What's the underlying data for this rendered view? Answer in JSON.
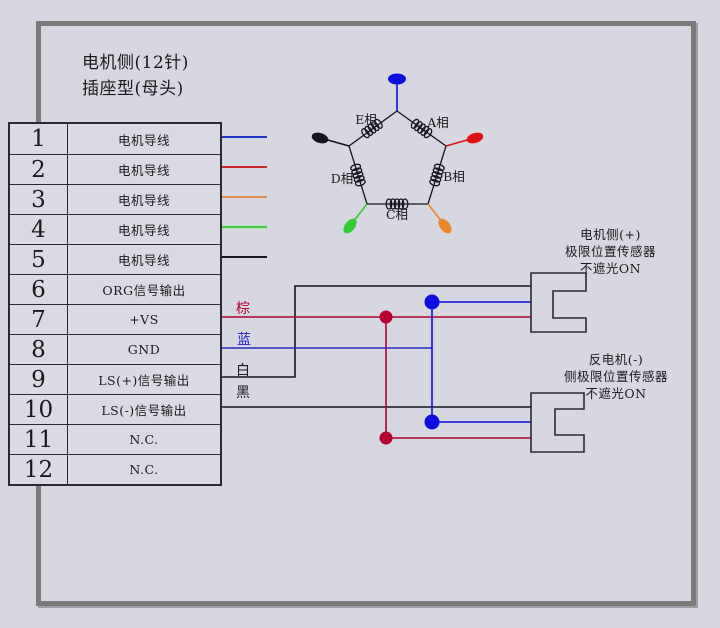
{
  "title": {
    "line1": "电机侧(12针)",
    "line2": "插座型(母头)"
  },
  "pin_table": {
    "rows": [
      {
        "pin": "1",
        "label": "电机导线",
        "wire_color": "#2233cc"
      },
      {
        "pin": "2",
        "label": "电机导线",
        "wire_color": "#cc2a2a"
      },
      {
        "pin": "3",
        "label": "电机导线",
        "wire_color": "#e08a4a"
      },
      {
        "pin": "4",
        "label": "电机导线",
        "wire_color": "#3cc23c"
      },
      {
        "pin": "5",
        "label": "电机导线",
        "wire_color": "#15151f"
      },
      {
        "pin": "6",
        "label": "ORG信号输出",
        "wire_color": ""
      },
      {
        "pin": "7",
        "label": "+VS",
        "wire_color": "#b30030"
      },
      {
        "pin": "8",
        "label": "GND",
        "wire_color": "#2a2ac8"
      },
      {
        "pin": "9",
        "label": "LS(+)信号输出",
        "wire_color": "#15151f"
      },
      {
        "pin": "10",
        "label": "LS(-)信号输出",
        "wire_color": "#15151f"
      },
      {
        "pin": "11",
        "label": "N.C.",
        "wire_color": ""
      },
      {
        "pin": "12",
        "label": "N.C.",
        "wire_color": ""
      }
    ]
  },
  "motor_diagram": {
    "phases": [
      {
        "label": "E相"
      },
      {
        "label": "A相"
      },
      {
        "label": "D相"
      },
      {
        "label": "B相"
      },
      {
        "label": "C相"
      }
    ],
    "leads": [
      {
        "position": "top",
        "color": "#0d0de0"
      },
      {
        "position": "upper-left",
        "color": "#15151f"
      },
      {
        "position": "upper-right",
        "color": "#dd1111"
      },
      {
        "position": "lower-left",
        "color": "#33cc33"
      },
      {
        "position": "lower-right",
        "color": "#e8882a"
      }
    ]
  },
  "wire_labels": [
    {
      "text": "棕",
      "color": "#b30030"
    },
    {
      "text": "蓝",
      "color": "#2222cc"
    },
    {
      "text": "白",
      "color": "#1a1a1a"
    },
    {
      "text": "黑",
      "color": "#1a1a1a"
    }
  ],
  "sensors": {
    "top": {
      "lines": [
        "电机侧(+)",
        "极限位置传感器",
        "不遮光ON"
      ]
    },
    "bottom": {
      "lines": [
        "反电机(-)",
        "侧极限位置传感器",
        "不遮光ON"
      ]
    }
  },
  "colors": {
    "background": "#d7d7e1",
    "frame": "#7b7b7b",
    "table_border": "#2a2a33",
    "wire_brown_vs": "#b30030",
    "wire_blue_gnd": "#0d0de0",
    "wire_signal_black": "#15151f",
    "junction_red": "#b30030",
    "junction_blue": "#0d0de0"
  }
}
